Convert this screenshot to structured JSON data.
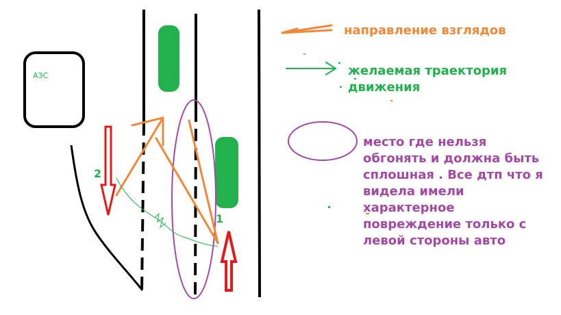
{
  "colors": {
    "orange": "#f0883a",
    "green": "#22b14c",
    "purple": "#a349a4",
    "red": "#e21a1a",
    "black": "#000000",
    "car": "#22b14c"
  },
  "gas_station": {
    "label": "АЗС"
  },
  "cars": {
    "car1": {
      "number": "1"
    },
    "car2": {
      "number": "2"
    }
  },
  "legend": {
    "gaze": {
      "text": "направление взглядов"
    },
    "path": {
      "text": "желаемая траектория движения"
    },
    "zone": {
      "text": "место где нельзя обгонять и должна быть сплошная . Все дтп что я видела имели характерное повреждение только с левой стороны авто"
    }
  }
}
